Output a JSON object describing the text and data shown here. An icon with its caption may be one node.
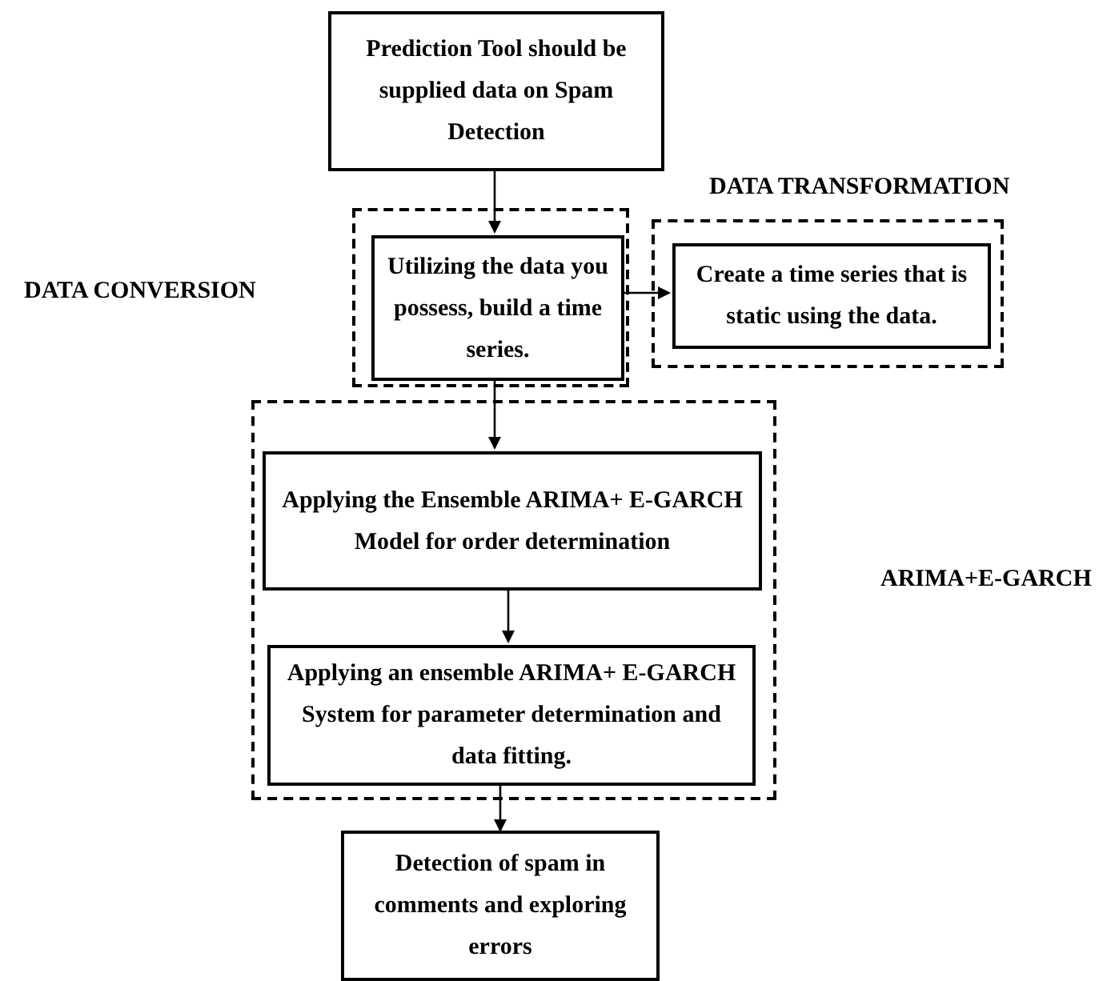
{
  "diagram": {
    "nodes": [
      {
        "text": [
          "Prediction Tool should be supplied data on Spam Detection"
        ]
      },
      {
        "text": [],
        "shape": "box",
        "beside": [
          "DATA CONVERSION"
        ]
      },
      {
        "text": [
          "Utilizing the data you possess, build a time series."
        ],
        "in": 1
      },
      {
        "text": [],
        "shape": "box",
        "beside": [
          "DATA TRANSFORMATION"
        ]
      },
      {
        "text": [
          "Create a time series that is static using the data."
        ],
        "in": 3
      },
      {
        "text": [],
        "shape": "box"
      },
      {
        "text": [
          "Applying the Ensemble ARIMA+ E-GARCH Model for order determination"
        ],
        "in": 5
      },
      {
        "text": [
          "Applying an ensemble ARIMA+ E-GARCH System for parameter determination and data fitting."
        ],
        "in": 5
      },
      {
        "text": [
          "Detection of spam in comments and exploring errors"
        ]
      }
    ],
    "edges": [
      {
        "from": 0,
        "to": 2,
        "arrow": "to"
      },
      {
        "from": 2,
        "to": 4,
        "arrow": "to"
      },
      {
        "from": 2,
        "to": 6,
        "arrow": "to"
      },
      {
        "from": 6,
        "to": 7,
        "arrow": "to"
      },
      {
        "from": 7,
        "to": 8,
        "arrow": "to"
      }
    ],
    "labels": [
      "ARIMA+E-GARCH"
    ]
  }
}
